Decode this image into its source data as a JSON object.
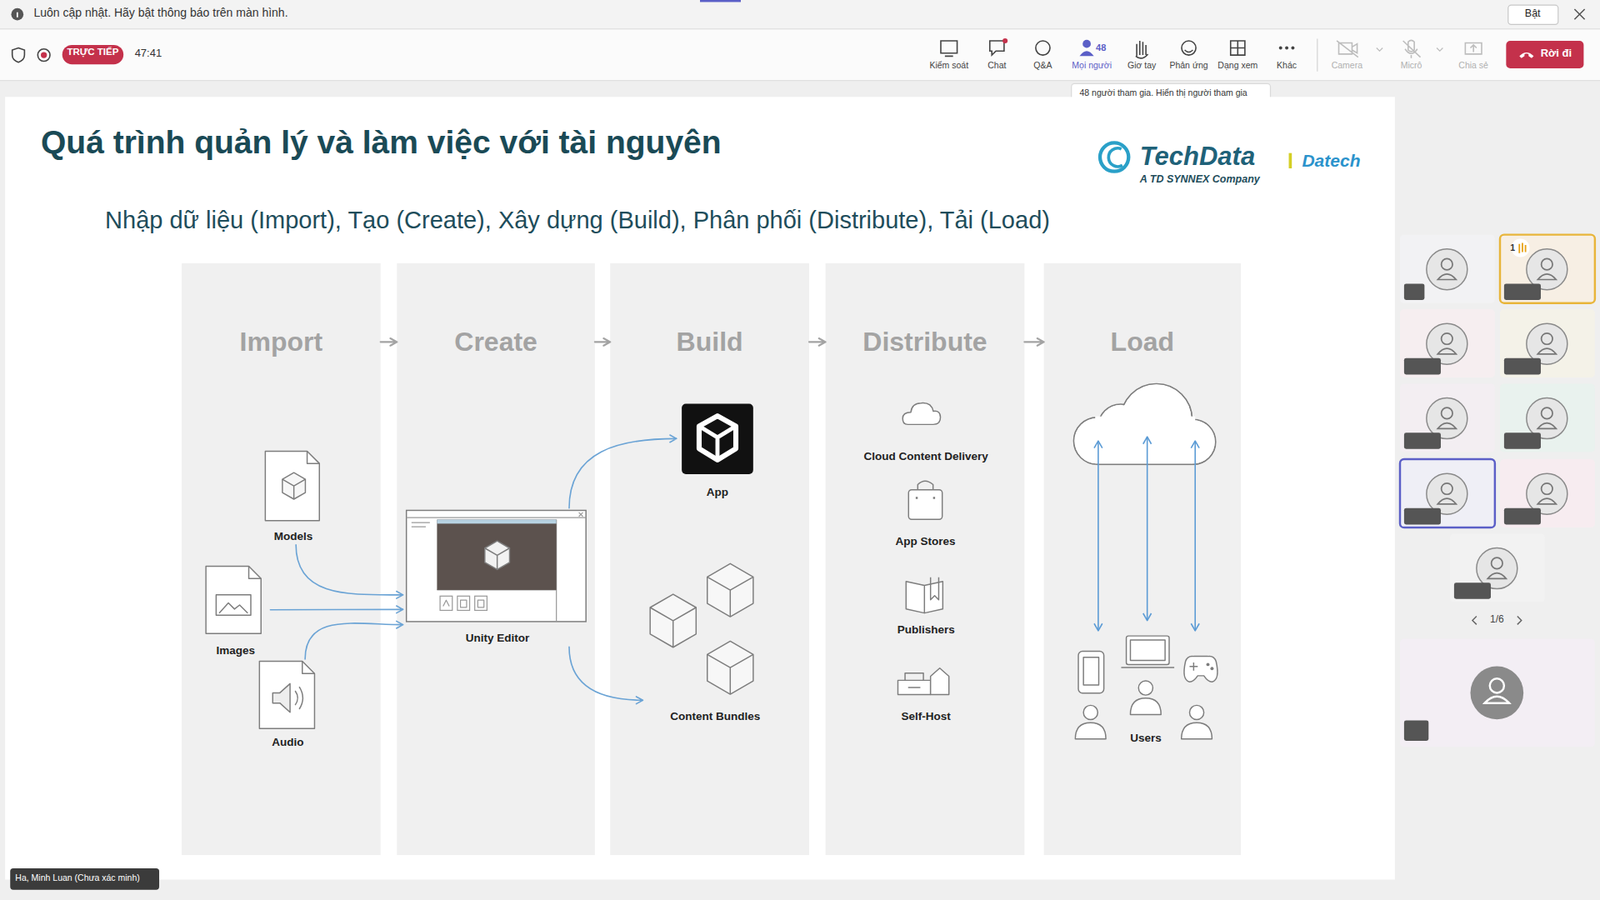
{
  "diagram": {
    "title": "Quá trình quản lý và làm việc với tài nguyên",
    "nodes": [
      {
        "text": [
          "Import"
        ]
      },
      {
        "text": [
          "Create"
        ]
      },
      {
        "text": [
          "Build"
        ]
      },
      {
        "text": [
          "Distribute"
        ]
      },
      {
        "text": [
          "Load"
        ]
      },
      {
        "text": [
          "Models"
        ],
        "in": 0
      },
      {
        "text": [
          "Images"
        ],
        "in": 0
      },
      {
        "text": [
          "Audio"
        ],
        "in": 0
      },
      {
        "text": [
          "Unity Editor"
        ],
        "in": 1
      },
      {
        "text": [
          "App"
        ],
        "in": 2
      },
      {
        "text": [
          "Content Bundles"
        ],
        "in": 2
      },
      {
        "text": [
          "Cloud Content Delivery"
        ],
        "in": 3
      },
      {
        "text": [
          "App Stores"
        ],
        "in": 3
      },
      {
        "text": [
          "Publishers"
        ],
        "in": 3
      },
      {
        "text": [
          "Self-Host"
        ],
        "in": 3
      },
      {
        "text": [
          "Users"
        ],
        "in": 4
      }
    ],
    "edges": [
      {
        "from": 0,
        "to": 1,
        "arrow": "to"
      },
      {
        "from": 1,
        "to": 2,
        "arrow": "to"
      },
      {
        "from": 2,
        "to": 3,
        "arrow": "to"
      },
      {
        "from": 3,
        "to": 4,
        "arrow": "to"
      },
      {
        "from": 5,
        "to": 8,
        "arrow": "to"
      },
      {
        "from": 6,
        "to": 8,
        "arrow": "to"
      },
      {
        "from": 7,
        "to": 8,
        "arrow": "to"
      },
      {
        "from": 8,
        "to": 9,
        "arrow": "to"
      },
      {
        "from": 8,
        "to": 10,
        "arrow": "to"
      }
    ],
    "labels": [
      "Nhập dữ liệu (Import), Tạo (Create), Xây dựng (Build), Phân phối (Distribute), Tải (Load)",
      "TechData",
      "A TD SYNNEX Company",
      "Datech",
      "Luôn cập nhật. Hãy bật thông báo trên màn hình.",
      "Bật",
      "TRỰC TIẾP",
      "47:41",
      "48",
      "Kiểm soát",
      "Chat",
      "Q&A",
      "Mọi người",
      "Giơ tay",
      "Phản ứng",
      "Dạng xem",
      "Khác",
      "Camera",
      "Micrô",
      "Chia sẻ",
      "Rời đi",
      "48 người tham gia. Hiển thị người tham gia",
      "1",
      "1/6",
      "Ha, Minh Luan (Chưa xác minh)"
    ]
  }
}
